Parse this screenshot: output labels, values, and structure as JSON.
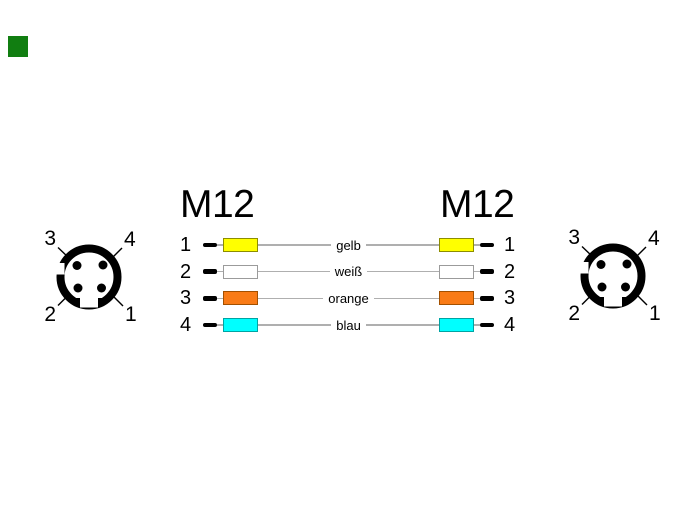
{
  "brand_mark": {
    "color": "#117e11"
  },
  "connectors": {
    "left": {
      "labels": {
        "top_left": "3",
        "top_right": "4",
        "bottom_left": "2",
        "bottom_right": "1"
      }
    },
    "right": {
      "labels": {
        "top_left": "3",
        "top_right": "4",
        "bottom_left": "2",
        "bottom_right": "1"
      }
    }
  },
  "wiring": {
    "left_header": "M12",
    "right_header": "M12",
    "line_color": "#afafaf",
    "dash_color": "#000000",
    "rows": [
      {
        "left_pin": "1",
        "wire_label": "gelb",
        "right_pin": "1",
        "fill": "#ffff00",
        "border": "#8d8d00"
      },
      {
        "left_pin": "2",
        "wire_label": "weiß",
        "right_pin": "2",
        "fill": "#ffffff",
        "border": "#9b9b9b"
      },
      {
        "left_pin": "3",
        "wire_label": "orange",
        "right_pin": "3",
        "fill": "#f97b16",
        "border": "#a35000"
      },
      {
        "left_pin": "4",
        "wire_label": "blau",
        "right_pin": "4",
        "fill": "#00ffff",
        "border": "#00a3a3"
      }
    ]
  }
}
